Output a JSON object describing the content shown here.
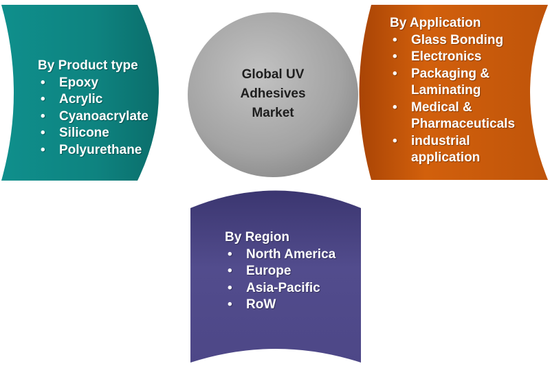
{
  "center": {
    "title_lines": [
      "Global UV",
      "Adhesives",
      "Market"
    ]
  },
  "segments": {
    "product_type": {
      "heading": "By Product type",
      "items": [
        "Epoxy",
        "Acrylic",
        "Cyanoacrylate",
        "Silicone",
        "Polyurethane"
      ]
    },
    "application": {
      "heading": "By Application",
      "items": [
        "Glass Bonding",
        "Electronics",
        "Packaging &",
        "Laminating",
        "Medical &",
        "Pharmaceuticals",
        "industrial",
        "application"
      ]
    },
    "region": {
      "heading": "By Region",
      "items": [
        "North America",
        "Europe",
        "Asia-Pacific",
        "RoW"
      ]
    }
  },
  "colors": {
    "product_type": "#0f8b88",
    "application": "#cc5a0a",
    "region": "#4e4888",
    "center": "#9f9f9f"
  }
}
